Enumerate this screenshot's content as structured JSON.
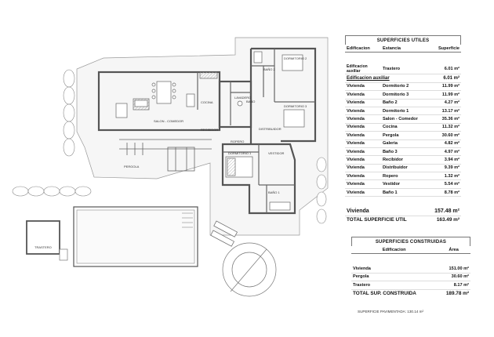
{
  "plan": {
    "rooms": {
      "dormitorio2": "DORMITORIO 2",
      "bano2": "BAÑO 2",
      "dormitorio3": "DORMITORIO 3",
      "lavadero": "LAVADERO",
      "bano": "BAÑO",
      "cocina": "COCINA",
      "salon": "SALON - COMEDOR",
      "recibidor": "RECIBIDOR",
      "distribuidor": "DISTRIBUIDOR",
      "ropero": "ROPERO",
      "dormitorio1": "DORMITORIO 1",
      "vestidor": "VESTIDOR",
      "bano1": "BAÑO 1",
      "pergola": "PERGOLA",
      "trastero": "TRASTERO"
    }
  },
  "utiles": {
    "title": "SUPERFICIES UTILES",
    "headers": [
      "Edificacion",
      "Estancia",
      "Superficie"
    ],
    "aux_row": [
      "Edificacion auxiliar",
      "Trastero",
      "6.01 m²"
    ],
    "aux_total": [
      "Edificacion auxiliar",
      "6.01 m²"
    ],
    "rows": [
      [
        "Vivienda",
        "Dormitorio 2",
        "11.99 m²"
      ],
      [
        "Vivienda",
        "Dormitorio 3",
        "11.99 m²"
      ],
      [
        "Vivienda",
        "Baño 2",
        "4.27 m²"
      ],
      [
        "Vivienda",
        "Dormitorio 1",
        "13.17 m²"
      ],
      [
        "Vivienda",
        "Salon  - Comedor",
        "35.36 m²"
      ],
      [
        "Vivienda",
        "Cocina",
        "11.32 m²"
      ],
      [
        "Vivienda",
        "Pergola",
        "30.60 m²"
      ],
      [
        "Vivienda",
        "Galeria",
        "4.82 m²"
      ],
      [
        "Vivienda",
        "Baño 3",
        "4.97 m²"
      ],
      [
        "Vivienda",
        "Recibidor",
        "3.94 m²"
      ],
      [
        "Vivienda",
        "Distribuidor",
        "9.39 m²"
      ],
      [
        "Vivienda",
        "Ropero",
        "1.32 m²"
      ],
      [
        "Vivienda",
        "Vestidor",
        "5.54 m²"
      ],
      [
        "Vivienda",
        "Baño 1",
        "8.78 m²"
      ]
    ],
    "vivienda_total": [
      "Vivienda",
      "157.48 m²"
    ],
    "total": [
      "TOTAL SUPERFICIE UTIL",
      "163.49 m²"
    ]
  },
  "construidas": {
    "title": "SUPERFICIES CONSTRUIDAS",
    "headers": [
      "Edificacion",
      "Área"
    ],
    "rows": [
      [
        "Vivienda",
        "151.00 m²"
      ],
      [
        "Pergola",
        "30.60 m²"
      ],
      [
        "Trastero",
        "8.17 m²"
      ]
    ],
    "total": [
      "TOTAL SUP. CONSTRUIDA",
      "189.78 m²"
    ]
  },
  "footer": "SUPERFICIE PAVIMENTADA: 130.14 m²",
  "colors": {
    "wall": "#555555",
    "hatch": "#bbbbbb",
    "line": "#999999"
  }
}
